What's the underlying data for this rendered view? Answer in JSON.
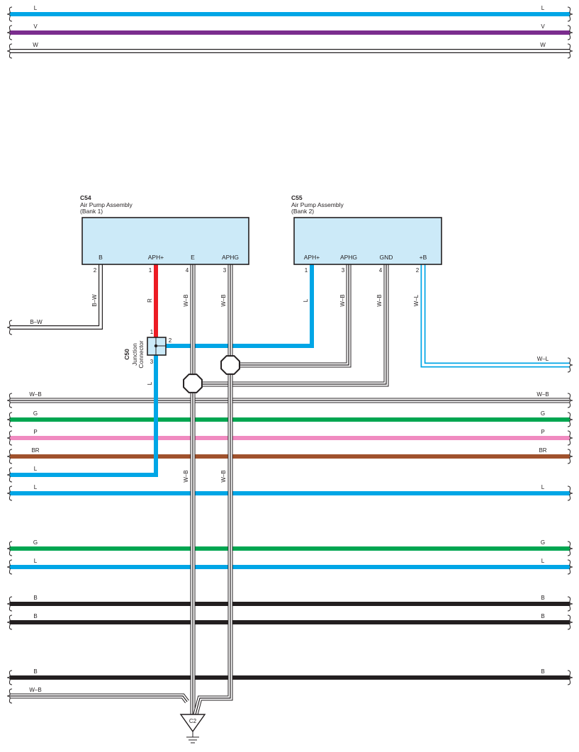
{
  "colors": {
    "L": "#00a6e6",
    "V": "#7b2d8e",
    "W": "#ffffff",
    "G": "#00a651",
    "P": "#f08ac0",
    "BR": "#a0522d",
    "B": "#231f20",
    "R": "#ec1c24",
    "box_fill": "#cceaf8",
    "outline": "#231f20"
  },
  "top_wires": [
    {
      "left_label": "L",
      "right_label": "L",
      "color": "L"
    },
    {
      "left_label": "V",
      "right_label": "V",
      "color": "V"
    },
    {
      "left_label": "W",
      "right_label": "W",
      "color": "W"
    }
  ],
  "bus_wires": [
    {
      "left_label": "W–B",
      "right_label": "W–B",
      "color": "W-B"
    },
    {
      "left_label": "G",
      "right_label": "G",
      "color": "G"
    },
    {
      "left_label": "P",
      "right_label": "P",
      "color": "P"
    },
    {
      "left_label": "BR",
      "right_label": "BR",
      "color": "BR"
    },
    {
      "left_label": "L",
      "right_label": "",
      "color": "L"
    },
    {
      "left_label": "L",
      "right_label": "L",
      "color": "L"
    },
    {
      "left_label": "G",
      "right_label": "G",
      "color": "G"
    },
    {
      "left_label": "L",
      "right_label": "L",
      "color": "L"
    },
    {
      "left_label": "B",
      "right_label": "B",
      "color": "B"
    },
    {
      "left_label": "B",
      "right_label": "B",
      "color": "B"
    },
    {
      "left_label": "B",
      "right_label": "B",
      "color": "B"
    },
    {
      "left_label": "W–B",
      "right_label": "",
      "color": "W-B"
    }
  ],
  "c54": {
    "code": "C54",
    "name": "Air Pump Assembly",
    "sub": "(Bank 1)",
    "pins": [
      {
        "name": "B",
        "num": "2",
        "wire": "B–W"
      },
      {
        "name": "APH+",
        "num": "1",
        "wire": "R"
      },
      {
        "name": "E",
        "num": "4",
        "wire": "W–B"
      },
      {
        "name": "APHG",
        "num": "3",
        "wire": "W–B"
      }
    ]
  },
  "c55": {
    "code": "C55",
    "name": "Air Pump Assembly",
    "sub": "(Bank 2)",
    "pins": [
      {
        "name": "APH+",
        "num": "1",
        "wire": "L"
      },
      {
        "name": "APHG",
        "num": "3",
        "wire": "W–B"
      },
      {
        "name": "GND",
        "num": "4",
        "wire": "W–B"
      },
      {
        "name": "+B",
        "num": "2",
        "wire": "W–L"
      }
    ]
  },
  "c50": {
    "code": "C50",
    "line1": "Junction",
    "line2": "Connector",
    "pin1": "1",
    "pin2": "2",
    "pin3": "3",
    "wire_out": "L"
  },
  "bw_left_label": "B–W",
  "wl_right_label": "W–L",
  "ground_wires": [
    {
      "label": "W–B"
    },
    {
      "label": "W–B"
    }
  ],
  "ground": {
    "code": "C2"
  }
}
